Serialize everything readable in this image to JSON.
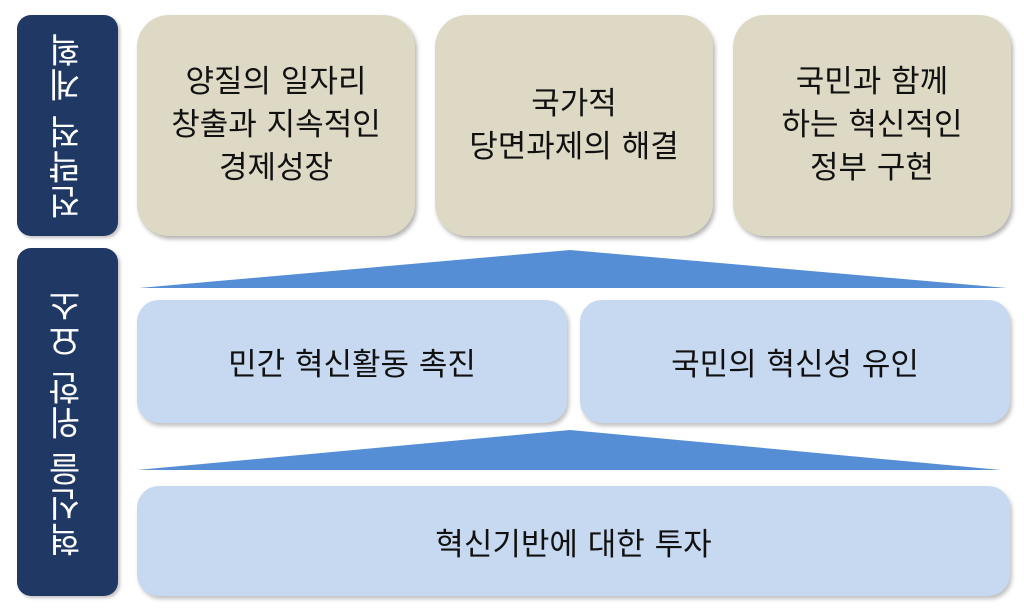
{
  "side_labels": {
    "top": "전략적 계획",
    "bottom": "혁신을 위한 요소"
  },
  "goals": [
    {
      "lines": [
        "양질의 일자리",
        "창출과 지속적인",
        "경제성장"
      ]
    },
    {
      "lines": [
        "국가적",
        "당면과제의 해결"
      ]
    },
    {
      "lines": [
        "국민과 함께",
        "하는 혁신적인",
        "정부 구현"
      ]
    }
  ],
  "elements": {
    "left": "민간 혁신활동 촉진",
    "right": "국민의 혁신성 유인"
  },
  "foundation": "혁신기반에 대한 투자",
  "colors": {
    "side_label_bg": "#1f3864",
    "goal_bg": "#ddd9c4",
    "element_bg": "#c6d9f1",
    "arrow": "#558ed5"
  }
}
